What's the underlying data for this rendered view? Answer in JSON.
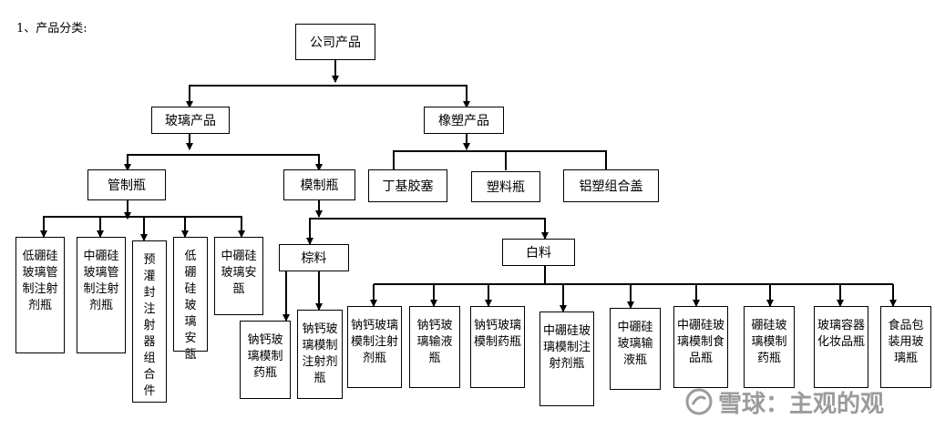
{
  "heading": "1、产品分类:",
  "diagram": {
    "root": "公司产品",
    "branches": {
      "glass": "玻璃产品",
      "rubber": "橡塑产品"
    },
    "glass": {
      "tube": "管制瓶",
      "molded": "模制瓶"
    },
    "rubber_items": [
      "丁基胶塞",
      "塑料瓶",
      "铝塑组合盖"
    ],
    "tube_items": [
      "低硼硅玻璃管制注射剂瓶",
      "中硼硅玻璃管制注射剂瓶",
      "预灌封注射器组合件",
      "低硼硅玻璃安瓿",
      "中硼硅玻璃安瓿"
    ],
    "molded": {
      "brown": "棕料",
      "white": "白料"
    },
    "brown_items": [
      "钠钙玻璃模制药瓶",
      "钠钙玻璃模制注射剂瓶"
    ],
    "white_items": [
      "钠钙玻璃模制注射剂瓶",
      "钠钙玻璃输液瓶",
      "钠钙玻璃模制药瓶",
      "中硼硅玻璃模制注射剂瓶",
      "中硼硅玻璃输液瓶",
      "中硼硅玻璃模制食品瓶",
      "硼硅玻璃模制药瓶",
      "玻璃容器化妆品瓶",
      "食品包装用玻璃瓶"
    ]
  },
  "watermark": "雪球：主观的观"
}
